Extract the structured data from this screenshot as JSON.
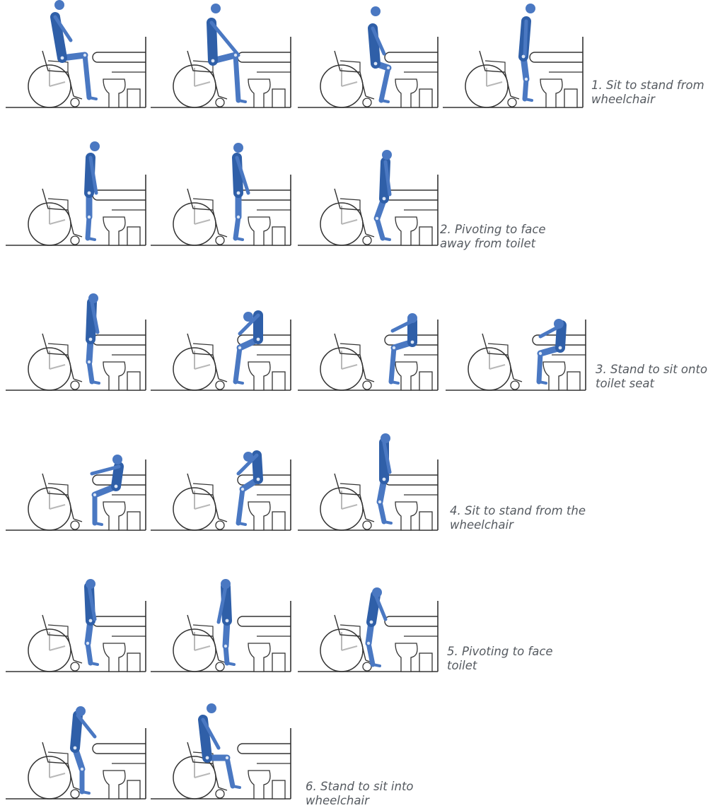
{
  "diagram": {
    "colors": {
      "figure": "#4a78c2",
      "figure_dark": "#2f5fa8",
      "joint": "#dbe5f5",
      "line": "#333333",
      "wheelchair_spoke": "#b8b8b8"
    },
    "steps": [
      {
        "caption": "1. Sit to stand from\nwheelchair",
        "frames": 4
      },
      {
        "caption": "2. Pivoting to face\naway from toilet",
        "frames": 3
      },
      {
        "caption": "3. Stand to sit onto\ntoilet seat",
        "frames": 4
      },
      {
        "caption": "4. Sit to stand from the\nwheelchair",
        "frames": 3
      },
      {
        "caption": "5. Pivoting to face\ntoilet",
        "frames": 3
      },
      {
        "caption": "6. Stand to sit into\nwheelchair",
        "frames": 2
      }
    ],
    "icons": [
      "wheelchair-icon",
      "toilet-icon",
      "grab-bar-icon",
      "person-figure-icon"
    ]
  }
}
